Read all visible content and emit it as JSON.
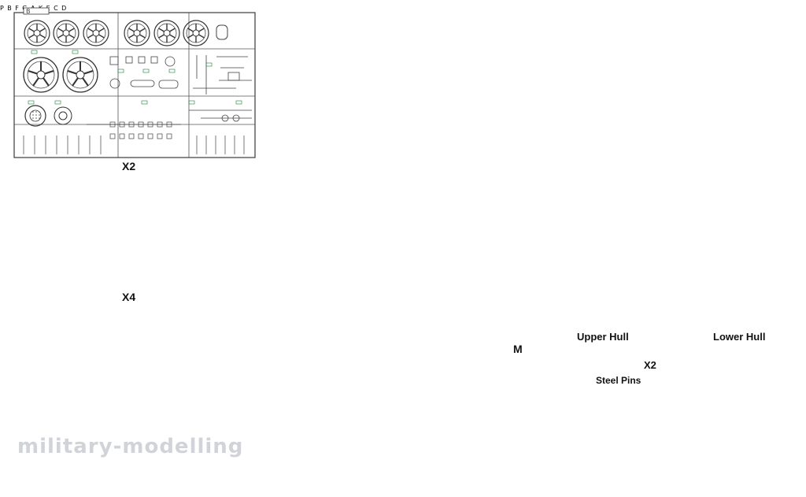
{
  "captions": {
    "sprue_b_count": "X2",
    "sprue_f_count": "X4",
    "sprue_m_label": "M",
    "upper_hull": "Upper Hull",
    "lower_hull": "Lower Hull",
    "pins_count": "X2",
    "pins_label": "Steel Pins"
  },
  "sprue_letters": {
    "b_left": "B",
    "p": "P",
    "b_right": "B",
    "f": "F",
    "g": "G",
    "a": "A",
    "k": "K",
    "e": "E",
    "c": "C",
    "d": "D"
  },
  "watermark": "military-modelling",
  "colors": {
    "outline": "#3a3a3a",
    "runner": "#4a4a4a",
    "number_tag": "#1f7a3a",
    "background": "#ffffff"
  }
}
